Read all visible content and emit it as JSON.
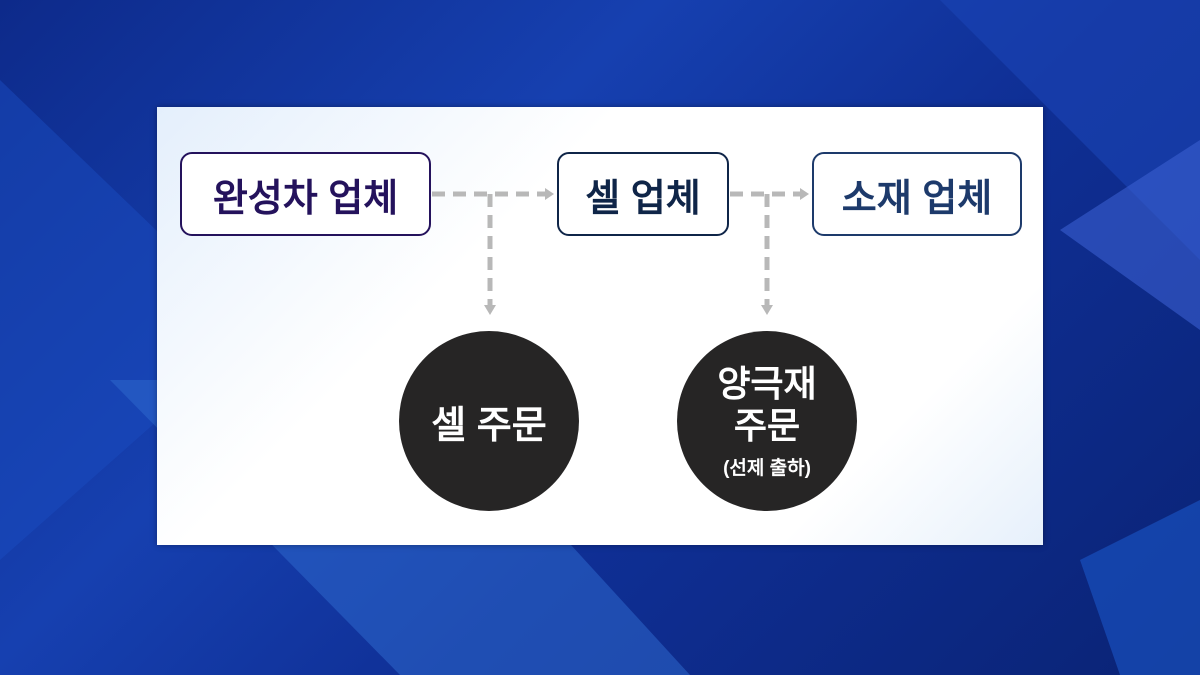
{
  "nodes": {
    "automaker": "완성차 업체",
    "cell_maker": "셀 업체",
    "material_maker": "소재 업체"
  },
  "orders": {
    "cell_order": "셀 주문",
    "cathode_order_line1": "양극재",
    "cathode_order_line2": "주문",
    "cathode_order_note": "(선제 출하)"
  },
  "colors": {
    "automaker": "#24125c",
    "cell_maker": "#0f2548",
    "material_maker": "#1d3a6b",
    "arrow": "#b8b8b8",
    "circle": "#262525"
  }
}
